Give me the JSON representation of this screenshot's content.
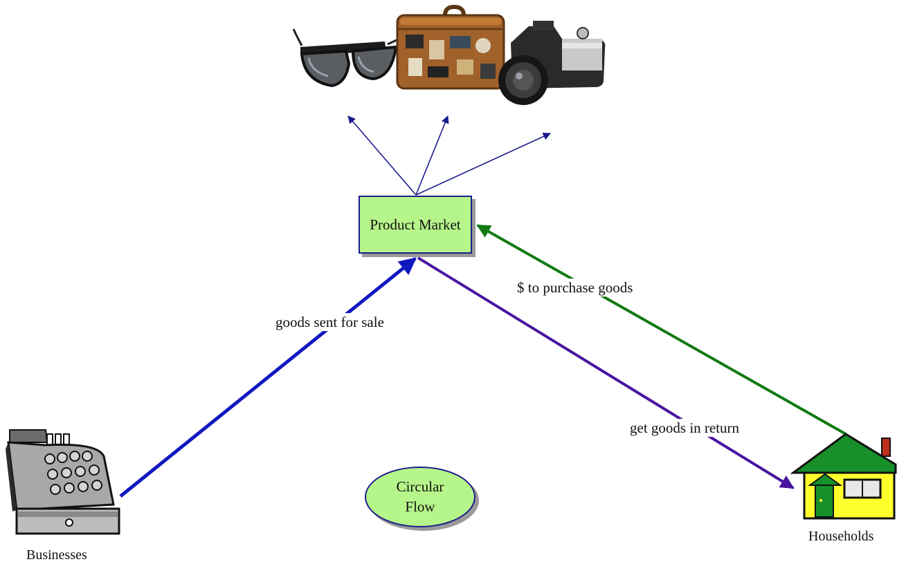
{
  "nodes": {
    "product_market": "Product Market",
    "circular_flow": [
      "Circular",
      "Flow"
    ],
    "businesses": "Businesses",
    "households": "Households"
  },
  "flows": {
    "goods_sent": "goods sent for sale",
    "money_purchase": "$ to purchase goods",
    "goods_return": "get goods in return"
  },
  "colors": {
    "node_fill": "#b6f58a",
    "node_border": "#1a1a8c",
    "goods_sent_arrow": "#1018c0",
    "money_arrow": "#127a12",
    "goods_return_arrow": "#4a14a0",
    "product_arrows": "#1a1a8c"
  },
  "icons": [
    "sunglasses-icon",
    "suitcase-icon",
    "camera-icon",
    "cash-register-icon",
    "house-icon"
  ]
}
